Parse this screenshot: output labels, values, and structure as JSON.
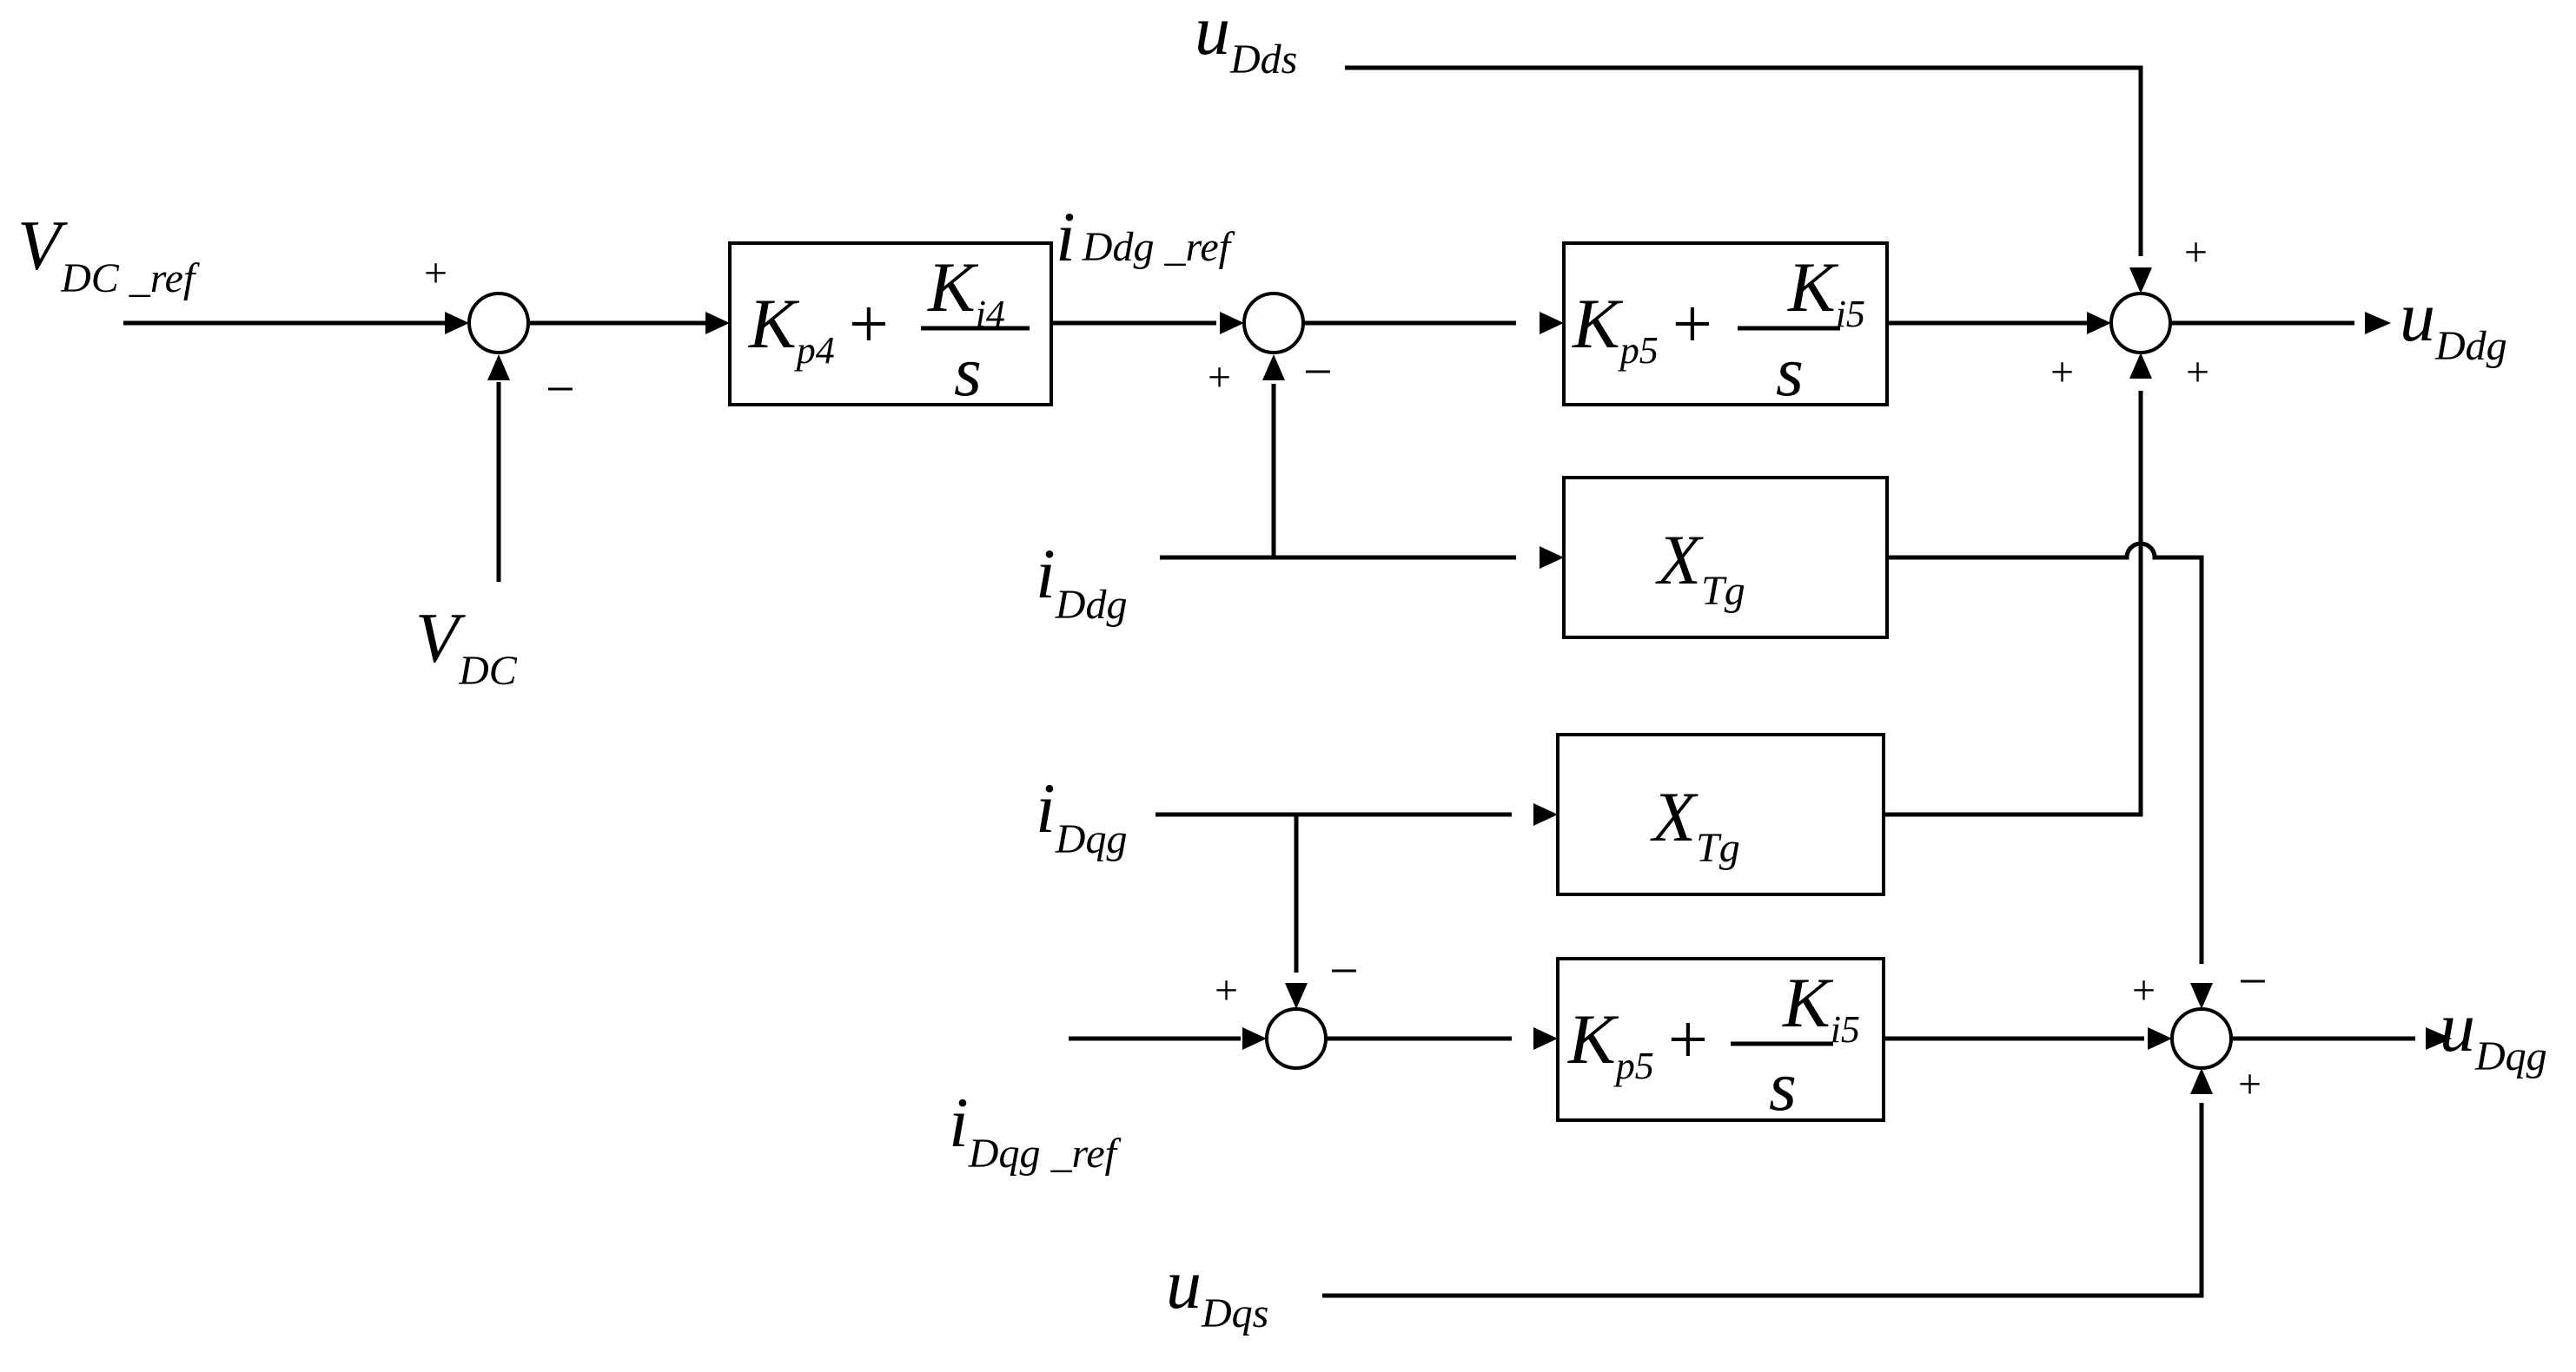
{
  "signals": {
    "v_dc_ref": {
      "main": "V",
      "sub": "DC _ref"
    },
    "v_dc": {
      "main": "V",
      "sub": "DC"
    },
    "i_ddg_ref": {
      "main": "i",
      "sub": "Ddg _ref"
    },
    "i_ddg": {
      "main": "i",
      "sub": "Ddg"
    },
    "i_dqg": {
      "main": "i",
      "sub": "Dqg"
    },
    "i_dqg_ref": {
      "main": "i",
      "sub": "Dqg _ref"
    },
    "u_dds": {
      "main": "u",
      "sub": "Dds"
    },
    "u_dqs": {
      "main": "u",
      "sub": "Dqs"
    },
    "u_ddg": {
      "main": "u",
      "sub": "Ddg"
    },
    "u_dqg": {
      "main": "u",
      "sub": "Dqg"
    }
  },
  "blocks": {
    "pi_dc": {
      "k": "K",
      "kp_sub": "p4",
      "plus": "+",
      "ki_sub": "i4",
      "den": "s"
    },
    "pi_d": {
      "k": "K",
      "kp_sub": "p5",
      "plus": "+",
      "ki_sub": "i5",
      "den": "s"
    },
    "pi_q": {
      "k": "K",
      "kp_sub": "p5",
      "plus": "+",
      "ki_sub": "i5",
      "den": "s"
    },
    "xtg_d": {
      "main": "X",
      "sub": "Tg"
    },
    "xtg_q": {
      "main": "X",
      "sub": "Tg"
    }
  },
  "signs": {
    "plus": "+",
    "minus": "−"
  },
  "colors": {
    "stroke": "#000000",
    "background": "#ffffff"
  }
}
